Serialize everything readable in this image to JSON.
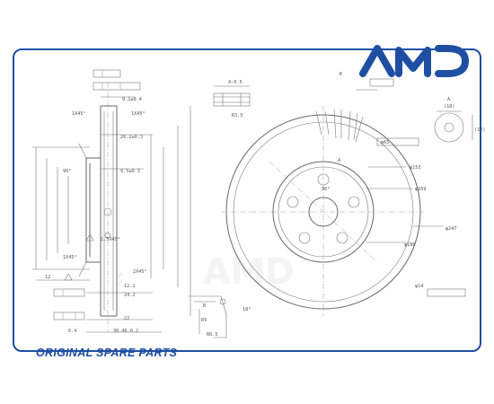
{
  "brand": {
    "logo_text": "AMD",
    "color": "#1e4fa3"
  },
  "footer": {
    "text": "ORIGINAL SPARE PARTS"
  },
  "watermark": {
    "text": "AMD"
  },
  "dimensions": {
    "chamfer_1": "1X45°",
    "chamfer_2": "1X45°",
    "chamfer_3": "1.5X45°",
    "chamfer_4": "2X45°",
    "chamfer_5": "1X45°",
    "tol_1": "9.1±0.4",
    "tol_2": "26.2±0.3",
    "tol_3": "9.5±0.3",
    "len_12": "12",
    "len_12_2": "12.2",
    "len_24_2": "24.2",
    "len_22": "22",
    "len_6_4": "6.4",
    "len_30_46": "30.46-0.2",
    "angle_90": "90°",
    "section_top": "4-0.5",
    "section_bottom": "R3.5",
    "dia_153": "φ153",
    "dia_169": "φ169",
    "dia_100": "φ100",
    "dia_247": "φ247",
    "dia_65": "φ65",
    "dia_14": "φ14",
    "ref_10": "(10)",
    "ref_12": "(12)",
    "label_a": "A",
    "label_b": "B",
    "label_k": "K",
    "r_05": "R0.5",
    "r_5": "R5",
    "angle_36": "36°",
    "angle_18": "18°"
  }
}
